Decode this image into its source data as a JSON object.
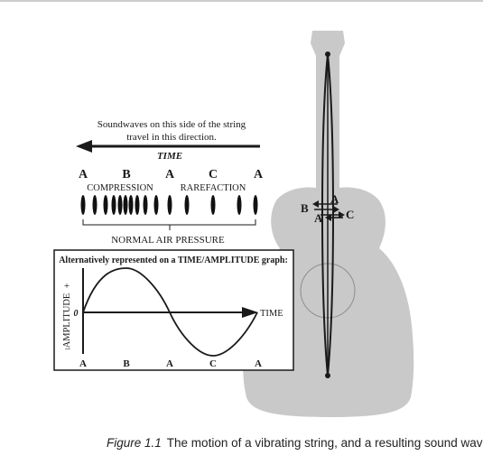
{
  "top_note": {
    "line1": "Soundwaves on this side of the string",
    "line2": "travel in this direction."
  },
  "time_arrow_label": "TIME",
  "wave_letters": [
    "A",
    "B",
    "A",
    "C",
    "A"
  ],
  "compression_label": "COMPRESSION",
  "rarefaction_label": "RAREFACTION",
  "normal_pressure_label": "NORMAL AIR PRESSURE",
  "graph": {
    "title": "Alternatively represented on a TIME/AMPLITUDE graph:",
    "y_label": "AMPLITUDE",
    "y_plus": "+",
    "y_minus": "–",
    "zero_label": "0",
    "x_label": "TIME",
    "x_letters": [
      "A",
      "B",
      "A",
      "C",
      "A"
    ]
  },
  "string_labels": {
    "left": "B",
    "top_right": "A",
    "bottom_left": "A",
    "right": "C"
  },
  "caption": {
    "label": "Figure 1.1",
    "text": "The motion of a vibrating string, and a resulting sound wave."
  },
  "colors": {
    "guitar_fill": "#c9c9c9",
    "ink": "#1a1a1a",
    "top_rule": "#9a9a9a"
  }
}
